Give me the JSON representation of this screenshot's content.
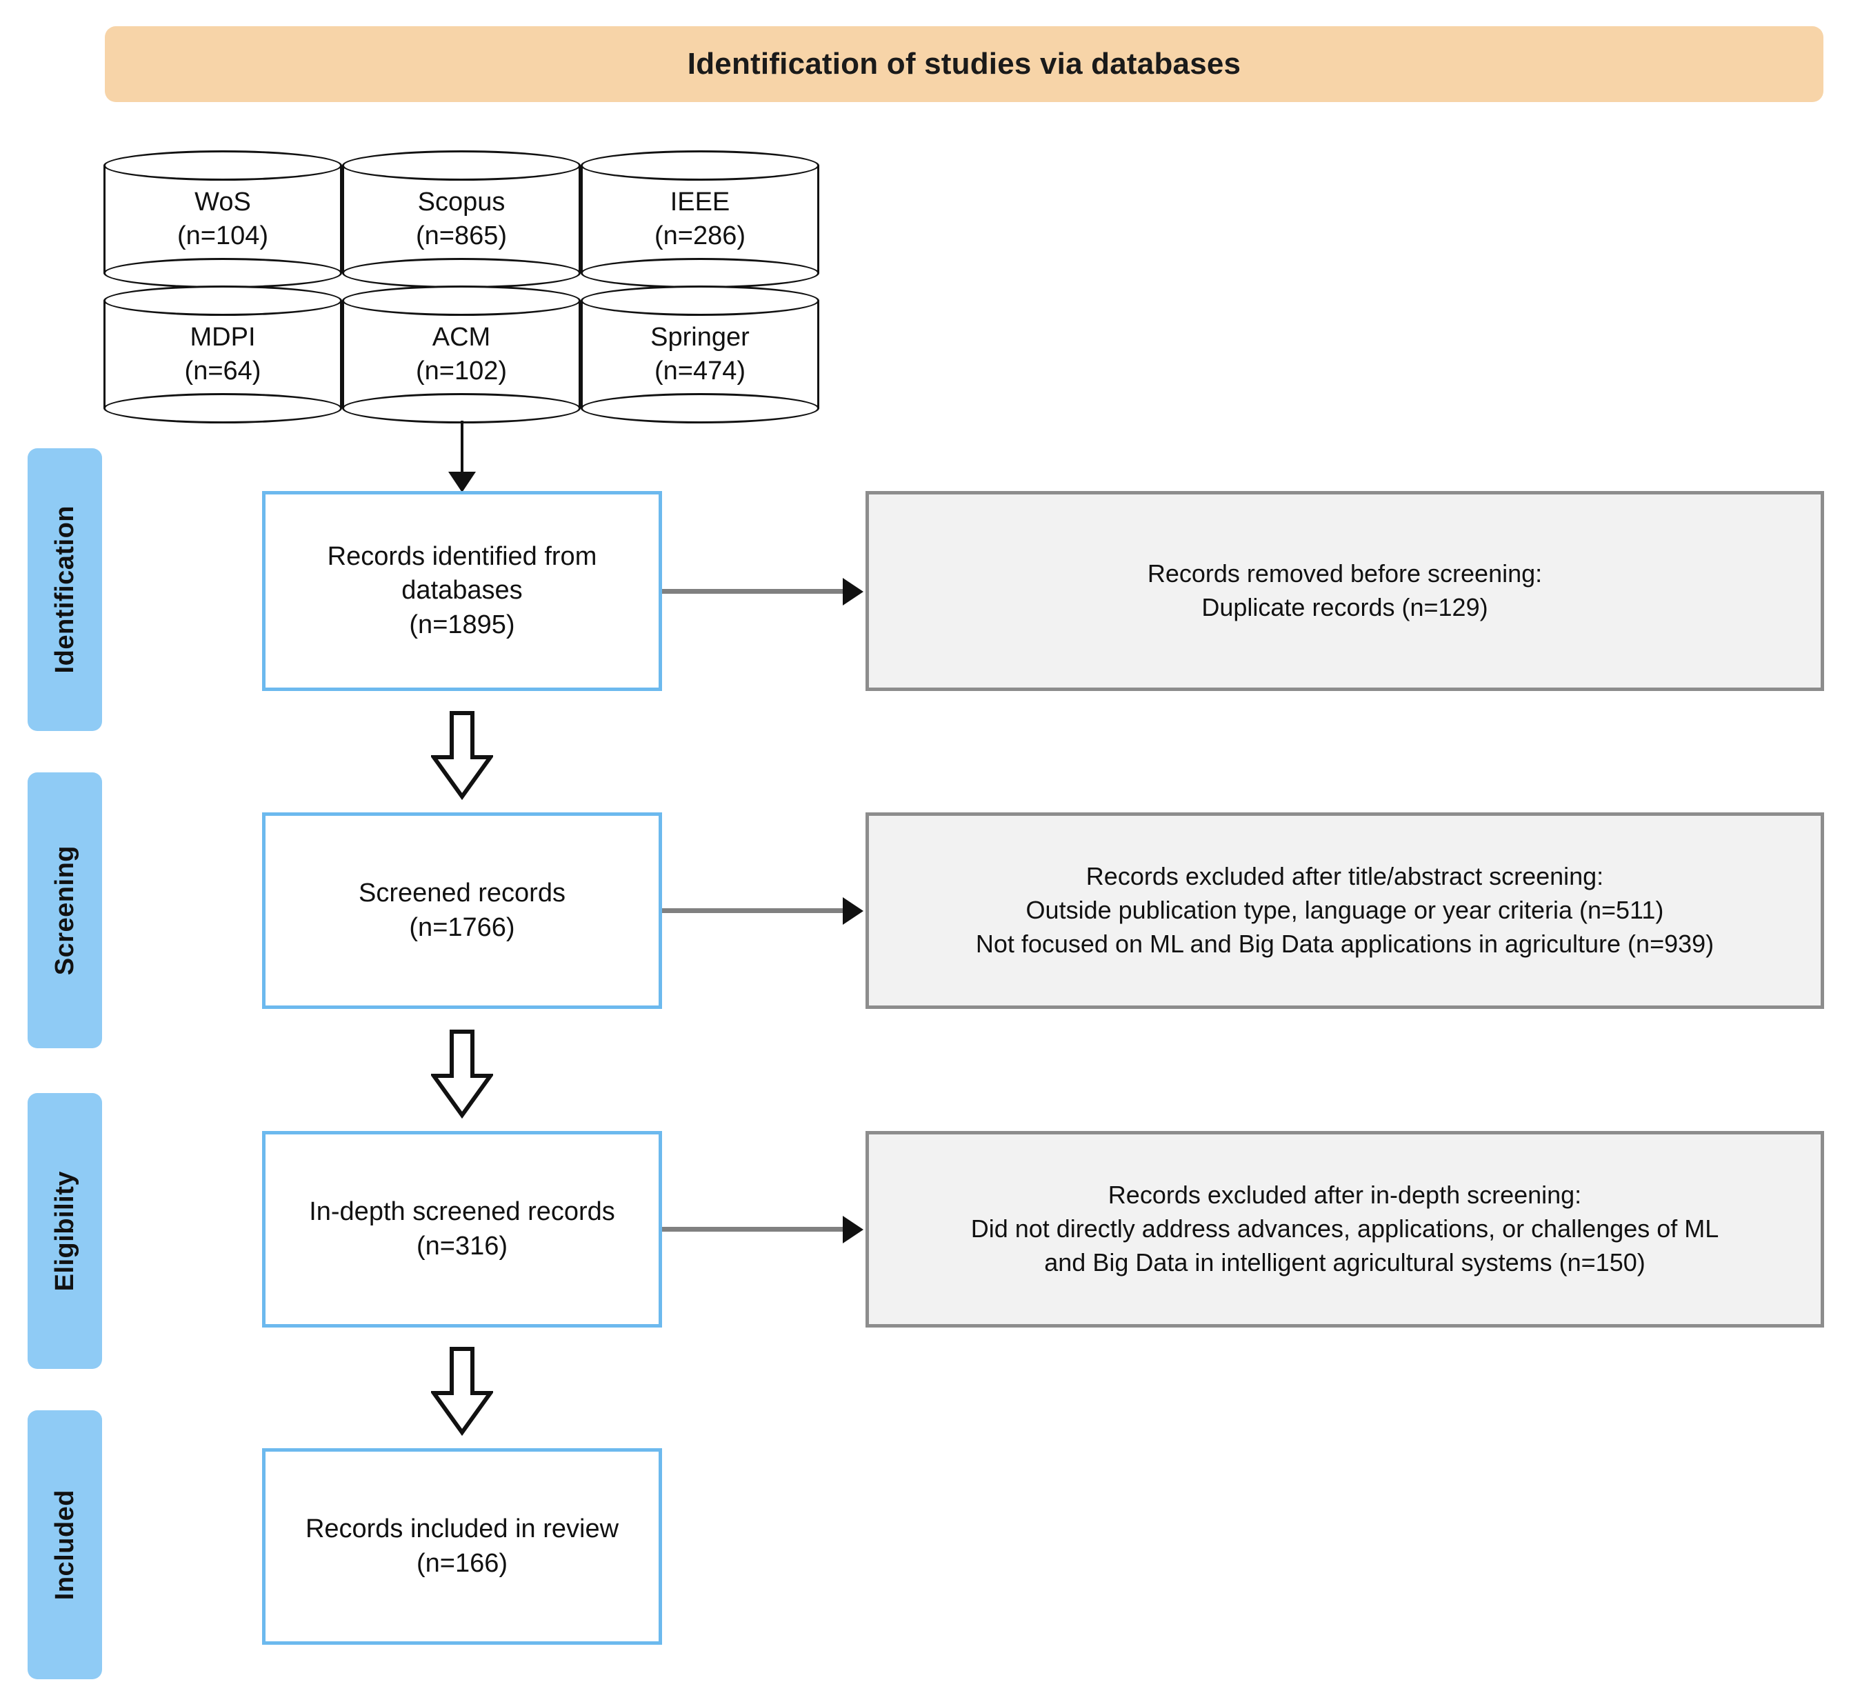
{
  "header": {
    "title": "Identification of studies via databases",
    "banner_color": "#f7d4a8"
  },
  "stages": [
    {
      "label": "Identification",
      "color": "#8fcbf5"
    },
    {
      "label": "Screening",
      "color": "#8fcbf5"
    },
    {
      "label": "Eligibility",
      "color": "#8fcbf5"
    },
    {
      "label": "Included",
      "color": "#8fcbf5"
    }
  ],
  "databases": [
    {
      "name": "WoS",
      "count": "(n=104)"
    },
    {
      "name": "Scopus",
      "count": "(n=865)"
    },
    {
      "name": "IEEE",
      "count": "(n=286)"
    },
    {
      "name": "MDPI",
      "count": "(n=64)"
    },
    {
      "name": "ACM",
      "count": "(n=102)"
    },
    {
      "name": "Springer",
      "count": "(n=474)"
    }
  ],
  "flow": {
    "identified": {
      "line1": "Records identified from",
      "line2": "databases",
      "line3": "(n=1895)"
    },
    "screened": {
      "line1": "Screened records",
      "line2": "(n=1766)"
    },
    "indepth": {
      "line1": "In-depth screened records",
      "line2": "(n=316)"
    },
    "included": {
      "line1": "Records included in review",
      "line2": "(n=166)"
    }
  },
  "exclusions": {
    "duplicates": {
      "line1": "Records removed before screening:",
      "line2": "Duplicate records (n=129)"
    },
    "title_abstract": {
      "line1": "Records excluded after title/abstract screening:",
      "line2": "Outside publication type, language or year criteria (n=511)",
      "line3": "Not focused on ML and Big Data applications in agriculture (n=939)"
    },
    "in_depth": {
      "line1": "Records excluded after in-depth screening:",
      "line2": "Did not directly address advances, applications, or challenges of ML",
      "line3": "and Big Data in intelligent agricultural systems (n=150)"
    }
  },
  "colors": {
    "banner": "#f7d4a8",
    "stage": "#8fcbf5",
    "box_border": "#6cb9ee",
    "excl_border": "#8d8d8d",
    "excl_fill": "#f2f2f2",
    "connector": "#808080",
    "outline": "#111111"
  }
}
